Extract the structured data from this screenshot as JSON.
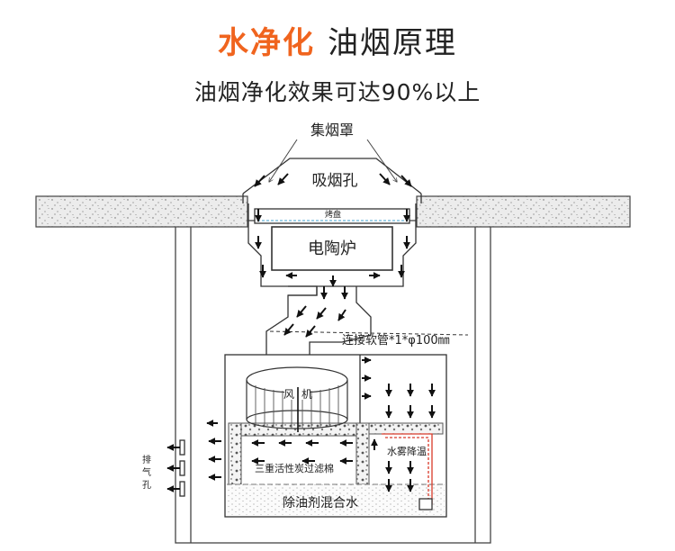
{
  "header": {
    "title_accent": "水净化",
    "title_rest": "油烟原理",
    "subtitle": "油烟净化效果可达90%以上"
  },
  "diagram": {
    "labels": {
      "hood": "集烟罩",
      "suction_holes": "吸烟孔",
      "grill_plate": "烤盘",
      "ceramic_stove": "电陶炉",
      "hose": "连接软管*1*φ100㎜",
      "fan_char_1": "风",
      "fan_char_2": "机",
      "exhaust_char_1": "排",
      "exhaust_char_2": "气",
      "exhaust_char_3": "孔",
      "carbon_filter": "三重活性炭过滤棉",
      "water_mist": "水雾降温",
      "mixed_water": "除油剂混合水"
    },
    "colors": {
      "accent": "#f0641e",
      "line": "#333333",
      "stone": "#e8e8e8",
      "water_line": "#9fd0e6",
      "pipe_red": "#d83a2a"
    }
  }
}
